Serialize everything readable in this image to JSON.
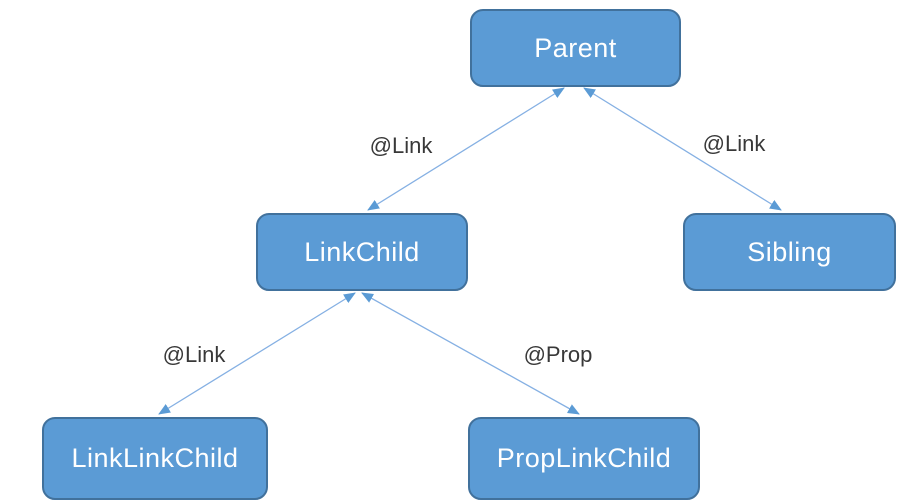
{
  "diagram": {
    "nodes": [
      {
        "id": "parent",
        "label": "Parent"
      },
      {
        "id": "linkchild",
        "label": "LinkChild"
      },
      {
        "id": "sibling",
        "label": "Sibling"
      },
      {
        "id": "linklinkchild",
        "label": "LinkLinkChild"
      },
      {
        "id": "proplinkchild",
        "label": "PropLinkChild"
      }
    ],
    "edges": [
      {
        "from": "LinkChild",
        "to": "Parent",
        "label": "@Link",
        "direction": "bidirectional"
      },
      {
        "from": "Sibling",
        "to": "Parent",
        "label": "@Link",
        "direction": "bidirectional"
      },
      {
        "from": "LinkLinkChild",
        "to": "LinkChild",
        "label": "@Link",
        "direction": "bidirectional"
      },
      {
        "from": "PropLinkChild",
        "to": "LinkChild",
        "label": "@Prop",
        "direction": "bidirectional"
      }
    ],
    "colors": {
      "node_fill": "#5b9bd5",
      "node_border": "#41719c",
      "node_text": "#ffffff",
      "edge_line": "#85b0e3",
      "arrowhead": "#5b9bd5",
      "label_text": "#383838",
      "background": "#ffffff"
    }
  }
}
